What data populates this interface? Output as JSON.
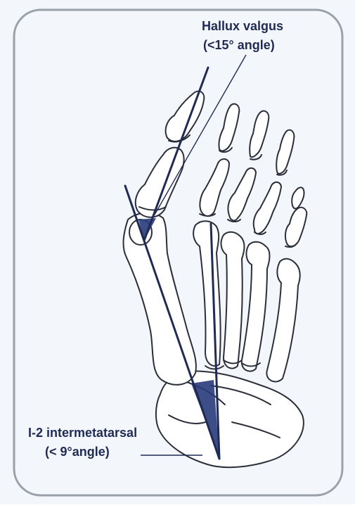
{
  "diagram": {
    "colors": {
      "panel_background": "#f3f7fb",
      "border": "#9aa1a8",
      "bone_outline": "#2b2f3a",
      "bone_fill": "#ffffff",
      "angle_line": "#1f2a55",
      "angle_fill": "#283a7a",
      "label_text": "#1f2a55"
    },
    "labels": {
      "hallux_valgus": {
        "title": "Hallux valgus",
        "angle": "(<15° angle)"
      },
      "intermetatarsal": {
        "title": "I-2 intermetatarsal",
        "angle": "(< 9°angle)"
      }
    }
  }
}
